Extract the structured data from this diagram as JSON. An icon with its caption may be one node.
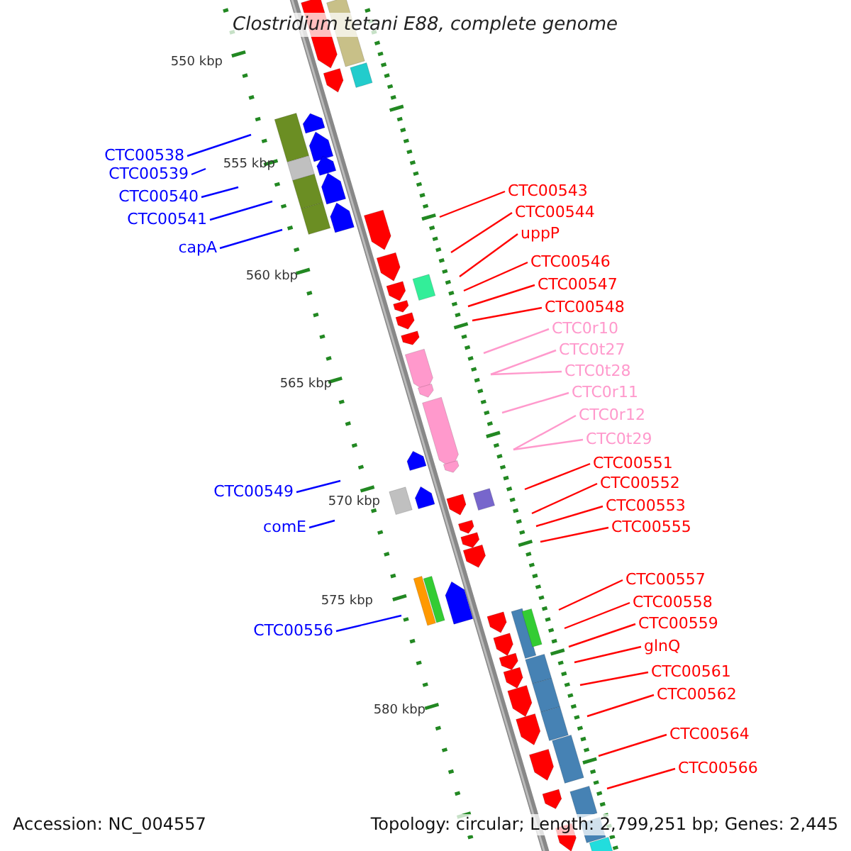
{
  "diagram": {
    "title": "Clostridium tetani E88, complete genome",
    "nodes": [
      {
        "text": [
          "CTC00538"
        ]
      },
      {
        "text": [
          "CTC00539"
        ]
      },
      {
        "text": [
          "CTC00540"
        ]
      },
      {
        "text": [
          "CTC00541"
        ]
      },
      {
        "text": [
          "capA"
        ]
      },
      {
        "text": [
          "CTC00549"
        ]
      },
      {
        "text": [
          "comE"
        ]
      },
      {
        "text": [
          "CTC00556"
        ]
      },
      {
        "text": [
          "CTC00543"
        ]
      },
      {
        "text": [
          "CTC00544"
        ]
      },
      {
        "text": [
          "uppP"
        ]
      },
      {
        "text": [
          "CTC00546"
        ]
      },
      {
        "text": [
          "CTC00547"
        ]
      },
      {
        "text": [
          "CTC00548"
        ]
      },
      {
        "text": [
          "CTC0r10"
        ]
      },
      {
        "text": [
          "CTC0t27"
        ]
      },
      {
        "text": [
          "CTC0t28"
        ]
      },
      {
        "text": [
          "CTC0r11"
        ]
      },
      {
        "text": [
          "CTC0r12"
        ]
      },
      {
        "text": [
          "CTC0t29"
        ]
      },
      {
        "text": [
          "CTC00551"
        ]
      },
      {
        "text": [
          "CTC00552"
        ]
      },
      {
        "text": [
          "CTC00553"
        ]
      },
      {
        "text": [
          "CTC00555"
        ]
      },
      {
        "text": [
          "CTC00557"
        ]
      },
      {
        "text": [
          "CTC00558"
        ]
      },
      {
        "text": [
          "CTC00559"
        ]
      },
      {
        "text": [
          "glnQ"
        ]
      },
      {
        "text": [
          "CTC00561"
        ]
      },
      {
        "text": [
          "CTC00562"
        ]
      },
      {
        "text": [
          "CTC00564"
        ]
      },
      {
        "text": [
          "CTC00566"
        ]
      }
    ],
    "edges": [
      {
        "from": 0,
        "to": null,
        "arrow": "none",
        "color": "#0000ff"
      },
      {
        "from": 1,
        "to": null,
        "arrow": "none",
        "color": "#0000ff"
      },
      {
        "from": 2,
        "to": null,
        "arrow": "none",
        "color": "#0000ff"
      },
      {
        "from": 3,
        "to": null,
        "arrow": "none",
        "color": "#0000ff"
      },
      {
        "from": 4,
        "to": null,
        "arrow": "none",
        "color": "#0000ff"
      },
      {
        "from": 5,
        "to": null,
        "arrow": "none",
        "color": "#0000ff"
      },
      {
        "from": 6,
        "to": null,
        "arrow": "none",
        "color": "#0000ff"
      },
      {
        "from": 7,
        "to": null,
        "arrow": "none",
        "color": "#0000ff"
      },
      {
        "from": 8,
        "to": null,
        "arrow": "none"
      },
      {
        "from": 9,
        "to": null,
        "arrow": "none"
      },
      {
        "from": 10,
        "to": null,
        "arrow": "none"
      },
      {
        "from": 11,
        "to": null,
        "arrow": "none"
      },
      {
        "from": 12,
        "to": null,
        "arrow": "none"
      },
      {
        "from": 13,
        "to": null,
        "arrow": "none"
      },
      {
        "from": 14,
        "to": null,
        "arrow": "none",
        "color": "#ff99cc"
      },
      {
        "from": 15,
        "to": null,
        "arrow": "none",
        "color": "#ff99cc"
      },
      {
        "from": 16,
        "to": null,
        "arrow": "none",
        "color": "#ff99cc"
      },
      {
        "from": 17,
        "to": null,
        "arrow": "none",
        "color": "#ff99cc"
      },
      {
        "from": 18,
        "to": null,
        "arrow": "none",
        "color": "#ff99cc"
      },
      {
        "from": 19,
        "to": null,
        "arrow": "none",
        "color": "#ff99cc"
      },
      {
        "from": 20,
        "to": null,
        "arrow": "none"
      },
      {
        "from": 21,
        "to": null,
        "arrow": "none"
      },
      {
        "from": 22,
        "to": null,
        "arrow": "none"
      },
      {
        "from": 23,
        "to": null,
        "arrow": "none"
      },
      {
        "from": 24,
        "to": null,
        "arrow": "none"
      },
      {
        "from": 25,
        "to": null,
        "arrow": "none"
      },
      {
        "from": 26,
        "to": null,
        "arrow": "none"
      },
      {
        "from": 27,
        "to": null,
        "arrow": "none"
      },
      {
        "from": 28,
        "to": null,
        "arrow": "none"
      },
      {
        "from": 29,
        "to": null,
        "arrow": "none"
      },
      {
        "from": 30,
        "to": null,
        "arrow": "none"
      },
      {
        "from": 31,
        "to": null,
        "arrow": "none"
      }
    ],
    "labels": [
      "550 kbp",
      "555 kbp",
      "560 kbp",
      "565 kbp",
      "570 kbp",
      "575 kbp",
      "580 kbp",
      "Accession: NC_004557",
      "Topology: circular; Length: 2,799,251 bp; Genes: 2,445"
    ]
  }
}
